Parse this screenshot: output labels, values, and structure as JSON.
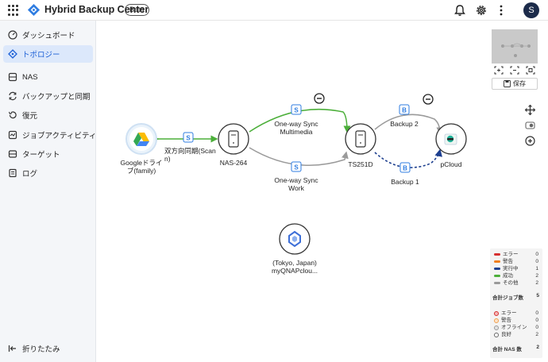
{
  "app": {
    "title": "Hybrid Backup Center",
    "badge": "Beta",
    "user_initial": "S"
  },
  "topbar_icons": [
    "apps-grid-icon",
    "bell-icon",
    "gear-icon",
    "more-vert-icon"
  ],
  "sidebar": {
    "items": [
      {
        "label": "ダッシュボード",
        "icon": "dashboard-icon",
        "active": false
      },
      {
        "label": "トポロジー",
        "icon": "topology-icon",
        "active": true
      },
      {
        "label": "NAS",
        "icon": "nas-icon",
        "active": false
      },
      {
        "label": "バックアップと同期",
        "icon": "sync-icon",
        "active": false
      },
      {
        "label": "復元",
        "icon": "restore-icon",
        "active": false
      },
      {
        "label": "ジョブアクティビティ",
        "icon": "activity-icon",
        "active": false
      },
      {
        "label": "ターゲット",
        "icon": "target-icon",
        "active": false
      },
      {
        "label": "ログ",
        "icon": "log-icon",
        "active": false
      }
    ],
    "collapse_label": "折りたたみ"
  },
  "topology": {
    "nodes": {
      "google": {
        "label_line1": "Googleドライ",
        "label_line2": "ブ(family)"
      },
      "nas264": {
        "label": "NAS-264"
      },
      "ts251d": {
        "label": "TS251D"
      },
      "pcloud": {
        "label": "pCloud"
      },
      "qnapcloud": {
        "label_line1": "(Tokyo, Japan)",
        "label_line2": "myQNAPclou..."
      }
    },
    "edges": {
      "two_way": {
        "badge": "S",
        "label_line1": "双方向同期(Scan",
        "label_line2": "n)",
        "status": "success"
      },
      "multimedia": {
        "badge": "S",
        "label_line1": "One-way Sync",
        "label_line2": "Multimedia",
        "status": "success"
      },
      "work": {
        "badge": "S",
        "label_line1": "One-way Sync",
        "label_line2": "Work",
        "status": "other"
      },
      "backup2": {
        "badge": "B",
        "label": "Backup 2",
        "status": "other"
      },
      "backup1": {
        "badge": "B",
        "label": "Backup 1",
        "status": "running"
      }
    }
  },
  "controls": {
    "save_label": "保存"
  },
  "legend": {
    "job_statuses": [
      {
        "label": "エラー",
        "count": "0",
        "color": "#d62f2f"
      },
      {
        "label": "警告",
        "count": "0",
        "color": "#f07f1f"
      },
      {
        "label": "実行中",
        "count": "1",
        "color": "#1d3f8f"
      },
      {
        "label": "成功",
        "count": "2",
        "color": "#4caf3a"
      },
      {
        "label": "その他",
        "count": "2",
        "color": "#9a9a9a"
      }
    ],
    "job_total_label": "合計ジョブ数",
    "job_total": "5",
    "nas_statuses": [
      {
        "label": "エラー",
        "count": "0",
        "color": "#f5b8b8"
      },
      {
        "label": "警告",
        "count": "0",
        "color": "#fde3c6"
      },
      {
        "label": "オフライン",
        "count": "0",
        "color": "#e3e3e3"
      },
      {
        "label": "良好",
        "count": "2",
        "color": "#ffffff"
      }
    ],
    "nas_total_label": "合計 NAS 数",
    "nas_total": "2"
  },
  "colors": {
    "accent": "#1b5fd6",
    "success": "#4caf3a",
    "running": "#1d3f8f",
    "other": "#9a9a9a",
    "sidebar_bg": "#f4f6f9"
  }
}
